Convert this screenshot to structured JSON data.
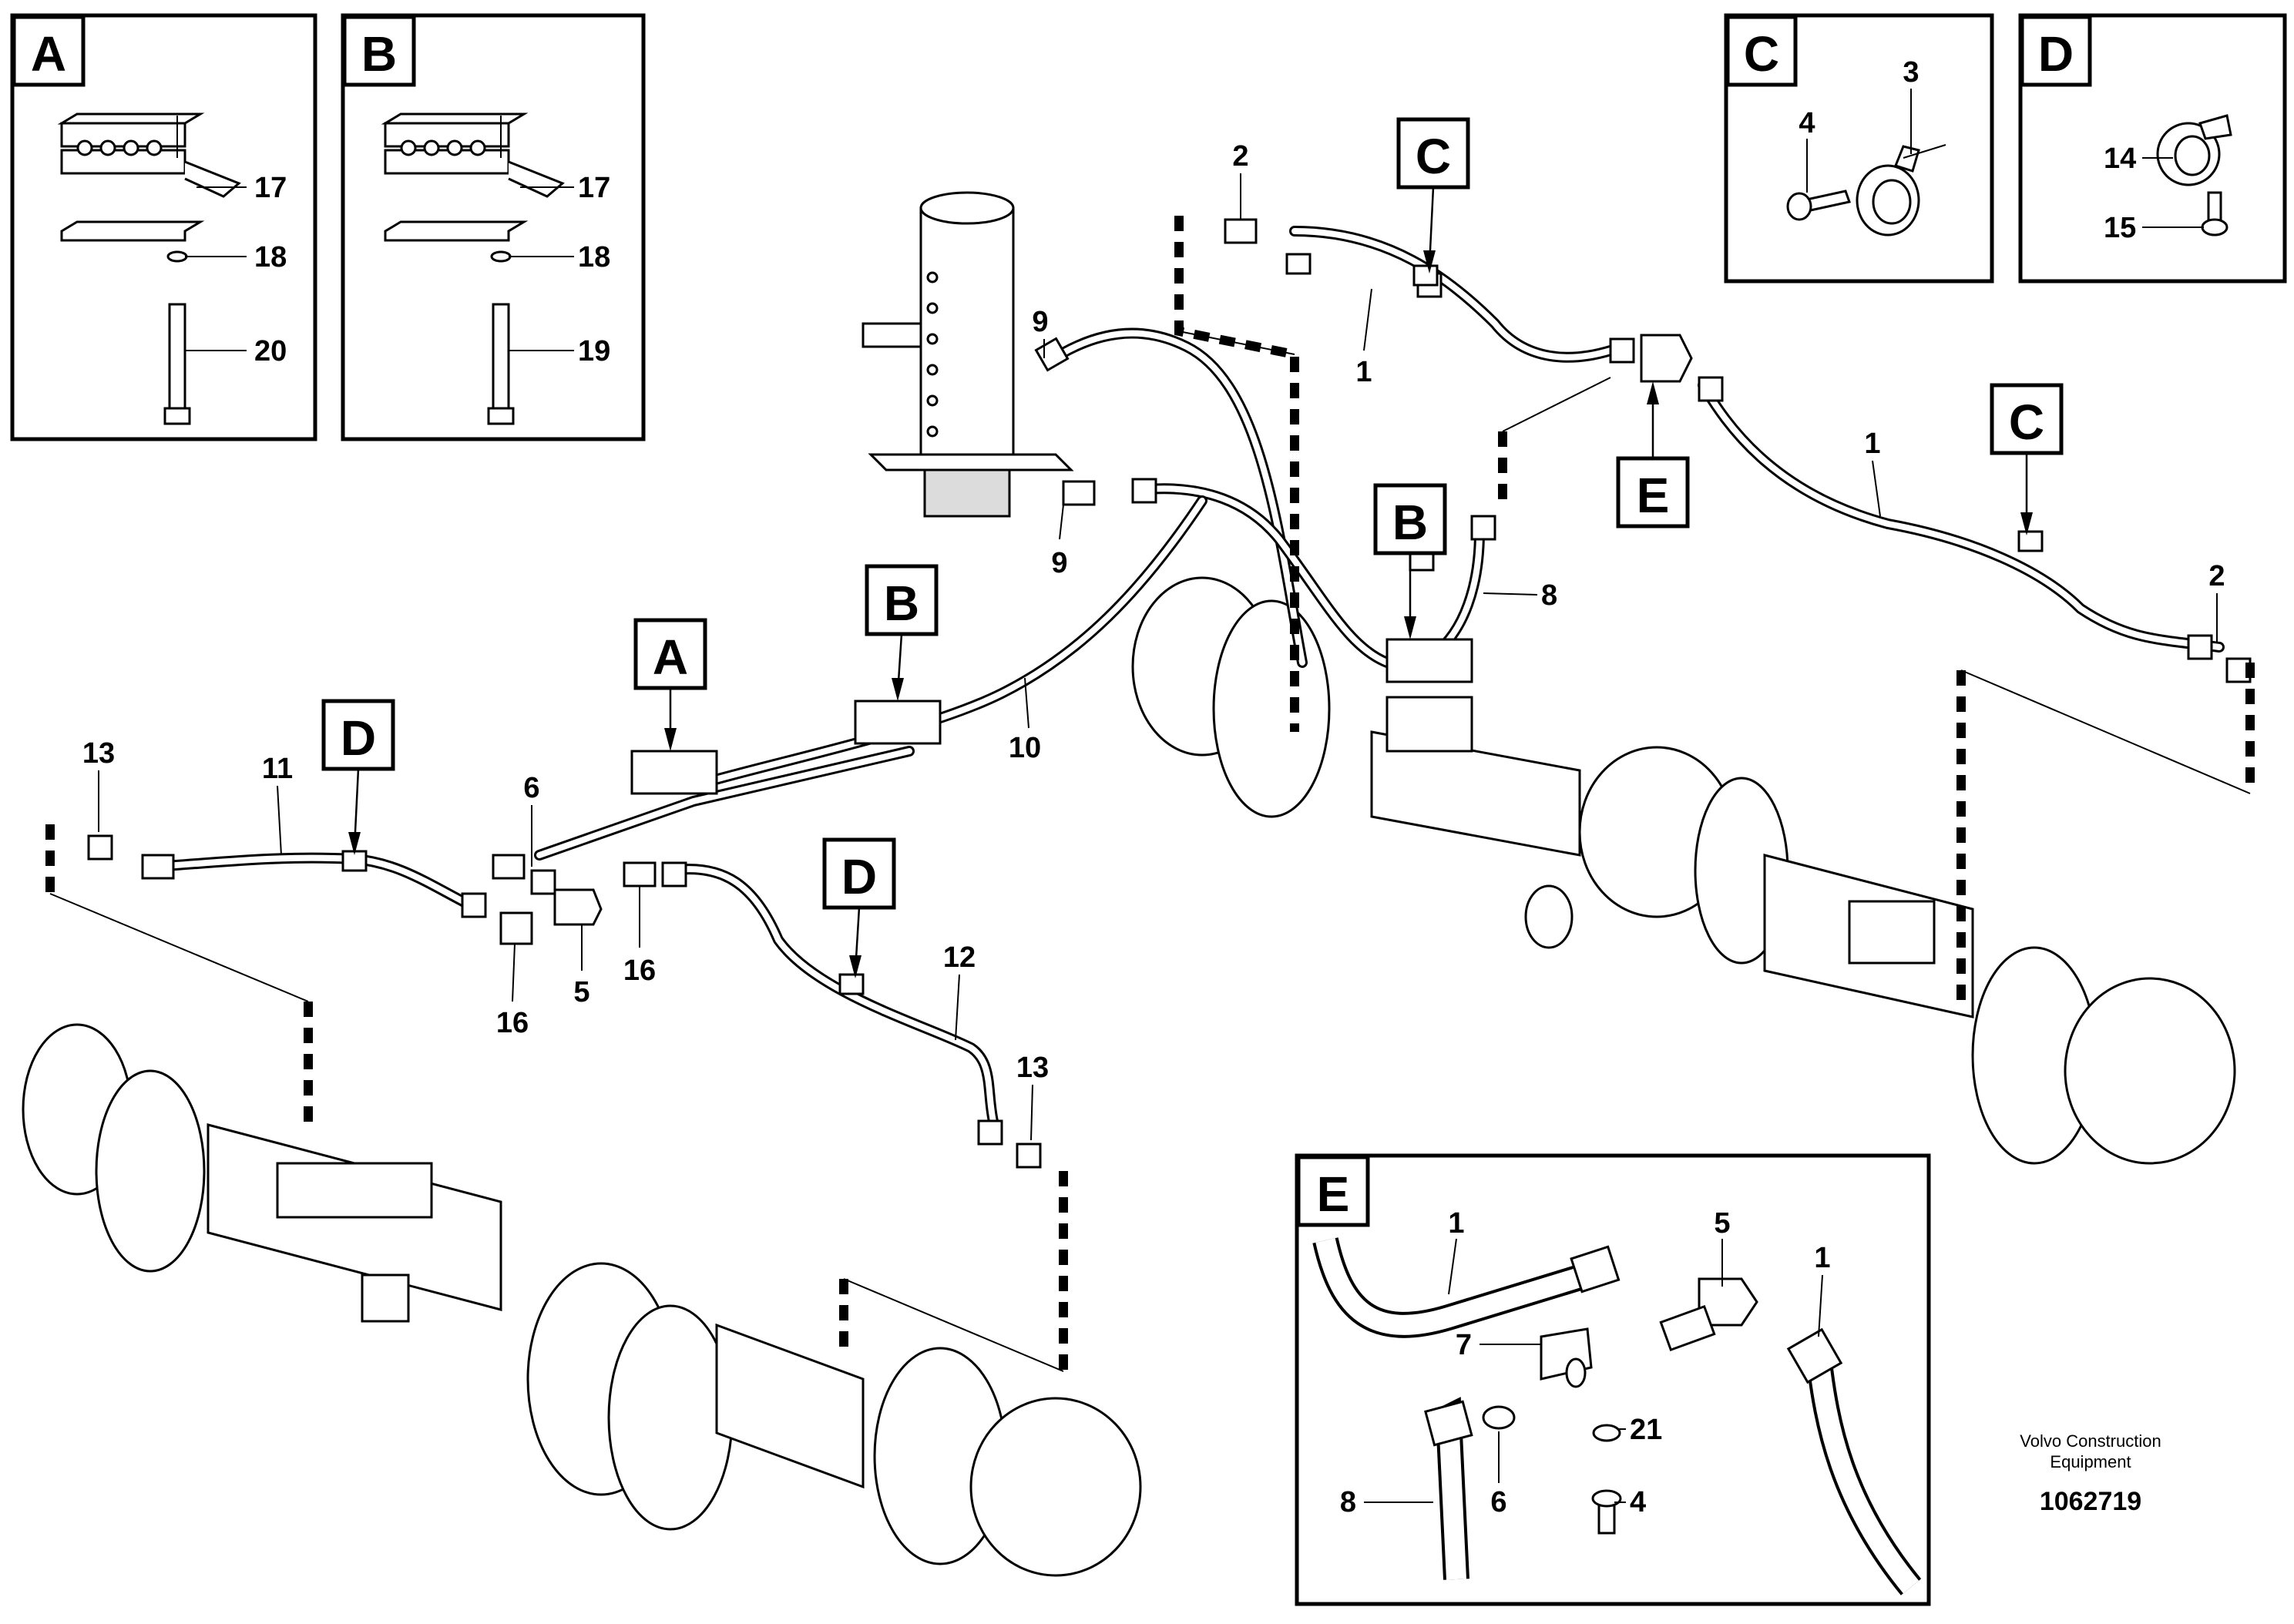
{
  "callouts": {
    "insets": {
      "a": "A",
      "b": "B",
      "c": "C",
      "d": "D",
      "e": "E"
    },
    "main": {
      "a": "A",
      "b1": "B",
      "b2": "B",
      "c1": "C",
      "c2": "C",
      "d1": "D",
      "d2": "D",
      "e": "E"
    }
  },
  "parts": {
    "p1a": "1",
    "p1b": "1",
    "p1e_left": "1",
    "p1e_right": "1",
    "p2a": "2",
    "p2b": "2",
    "p3": "3",
    "p4c": "4",
    "p4e": "4",
    "p5": "5",
    "p5e": "5",
    "p6": "6",
    "p6e": "6",
    "p7e": "7",
    "p8": "8",
    "p8e": "8",
    "p9a": "9",
    "p9b": "9",
    "p10": "10",
    "p11": "11",
    "p12": "12",
    "p13a": "13",
    "p13b": "13",
    "p14": "14",
    "p15": "15",
    "p16a": "16",
    "p16b": "16",
    "p17a": "17",
    "p17b": "17",
    "p18a": "18",
    "p18b": "18",
    "p19": "19",
    "p20": "20",
    "p21": "21"
  },
  "caption": {
    "line1": "Volvo Construction",
    "line2": "Equipment"
  },
  "document_number": "1062719"
}
